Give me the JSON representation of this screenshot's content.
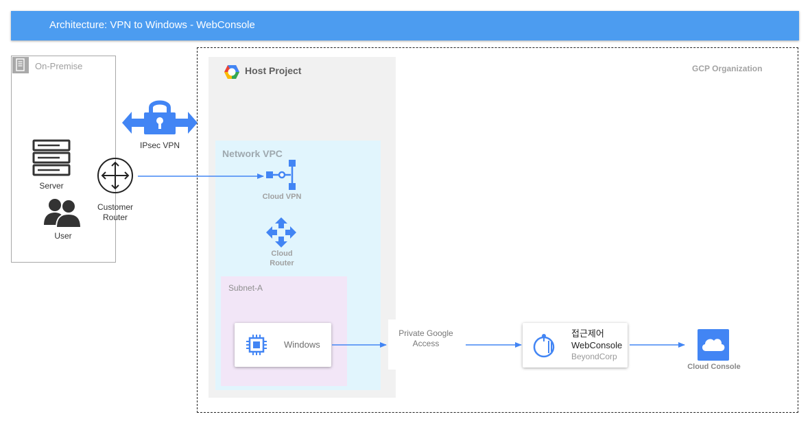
{
  "header": {
    "title": "Architecture: VPN to Windows - WebConsole"
  },
  "on_premise": {
    "label": "On-Premise",
    "server_label": "Server",
    "user_label": "User",
    "router_label": "Customer Router"
  },
  "vpn": {
    "label": "IPsec VPN"
  },
  "gcp": {
    "org_label": "GCP Organization",
    "host_project_label": "Host Project",
    "vpc_label": "Network VPC",
    "cloud_vpn_label": "Cloud VPN",
    "cloud_router_label": "Cloud Router",
    "subnet_label": "Subnet-A",
    "windows_label": "Windows"
  },
  "private_access": {
    "label": "Private Google Access"
  },
  "webconsole": {
    "line1": "접근제어",
    "line2": "WebConsole",
    "line3": "BeyondCorp"
  },
  "cloud_console": {
    "label": "Cloud Console"
  },
  "colors": {
    "title_bar": "#4c9cf0",
    "gcp_blue": "#4285f4",
    "vpc_bg": "#e1f5fd",
    "subnet_bg": "#f2e6f7",
    "host_bg": "#f1f1f1"
  }
}
